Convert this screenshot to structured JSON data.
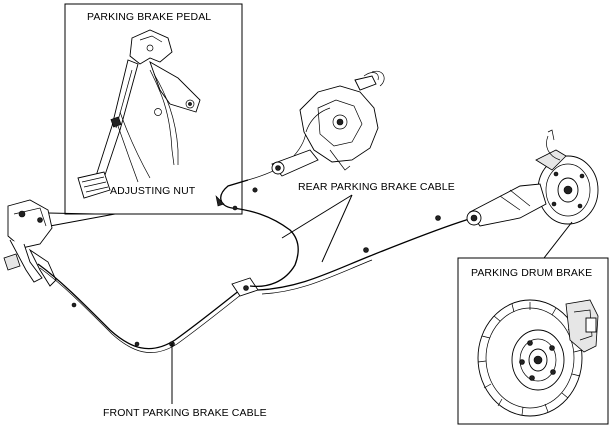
{
  "labels": {
    "parking_brake_pedal": "PARKING BRAKE PEDAL",
    "adjusting_nut": "ADJUSTING NUT",
    "rear_parking_brake_cable": "REAR PARKING BRAKE CABLE",
    "parking_drum_brake": "PARKING DRUM BRAKE",
    "front_parking_brake_cable": "FRONT PARKING BRAKE CABLE"
  }
}
